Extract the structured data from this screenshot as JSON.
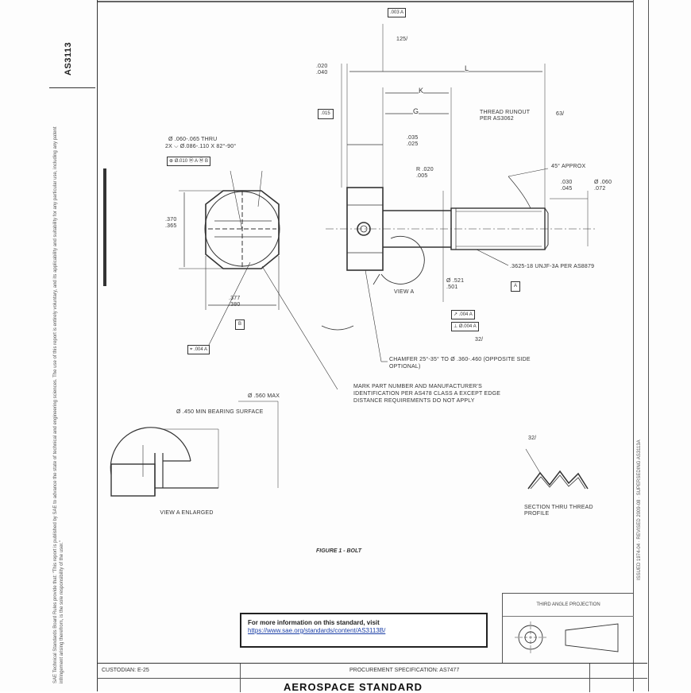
{
  "document": {
    "id": "AS3113",
    "figure_caption": "FIGURE 1 - BOLT",
    "info_box": {
      "title": "For more information on this standard, visit",
      "link": "https://www.sae.org/standards/content/AS3113B/"
    },
    "projection": "THIRD ANGLE PROJECTION",
    "bottom": {
      "code": "CUSTODIAN: E-25",
      "procurement": "PROCUREMENT SPECIFICATION: AS7477",
      "title": "AEROSPACE STANDARD"
    }
  },
  "side_text": {
    "left_copyright": "SAE Technical Standards Board Rules provide that: \"This report is published by SAE to advance the state of technical and engineering sciences. The use of this report is entirely voluntary, and its applicability and suitability for any particular use, including any patent infringement arising therefrom, is the sole responsibility of the user.\"",
    "right_revision": "ISSUED 1974-04 · REVISED 2009-08 · SUPERSEDING AS3113A"
  },
  "drawing_labels": {
    "top_flatness": ".003",
    "top_datum": "A",
    "top_surface": "125/",
    "dim_left": ".020 .040",
    "dim_L": "L",
    "dim_K": "K",
    "dim_G": "G",
    "dim_left_box": ".015",
    "thread_runout": "THREAD RUNOUT PER AS3062",
    "thread_finish": "63/",
    "hole_callout": "Ø .060-.065 THRU",
    "hole_callout_2": "2X ⌵ Ø.086-.110 X 82°-90°",
    "position_fcf": "⊕ Ø.010 Ⓜ A Ⓜ B",
    "head_width_dim": ".370 .365",
    "shank_dim": ".035 .025",
    "radius_dim": "R .020 .005",
    "angle_approx": "45° APPROX",
    "chamfer_dims": ".030 .045",
    "dia_dims": "Ø .060 .072",
    "thread_spec": ".3625-18 UNJF-3A PER AS8879",
    "thread_basic": "A",
    "view_a": "VIEW A",
    "dia_basic": "Ø .521 .501",
    "runout_fcf": "↗ .004 A",
    "perp_fcf": "⊥ Ø.004 A",
    "surface_22": "32/",
    "across_flats": ".377 .380",
    "across_flats_basic": "B",
    "position_fcf_2": "⌖ .004 A",
    "chamfer_note": "CHAMFER 25°-35° TO Ø .360-.460 (OPPOSITE SIDE OPTIONAL)",
    "marking_note": "MARK PART NUMBER AND MANUFACTURER'S IDENTIFICATION PER AS478 CLASS A EXCEPT EDGE DISTANCE REQUIREMENTS DO NOT APPLY",
    "dia_max": "Ø .560 MAX",
    "bearing_surface": "Ø .450 MIN BEARING SURFACE",
    "view_a_enlarged": "VIEW A ENLARGED",
    "section_label": "SECTION THRU THREAD PROFILE",
    "section_finish": "32/"
  },
  "colors": {
    "line": "#333333",
    "link": "#1a3ea6",
    "frame": "#222222"
  }
}
